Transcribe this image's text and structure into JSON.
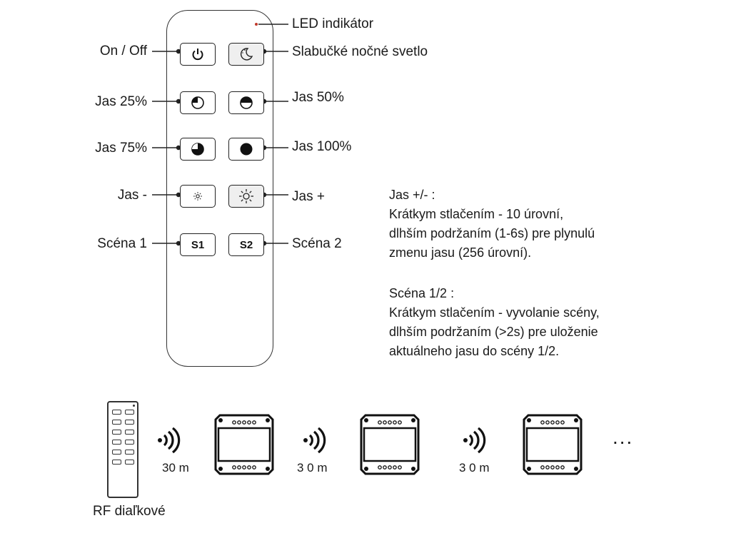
{
  "remote": {
    "led_label": "LED indikátor",
    "left_labels": {
      "on_off": "On / Off",
      "jas25": "Jas 25%",
      "jas75": "Jas 75%",
      "jas_minus": "Jas -",
      "scena1": "Scéna 1"
    },
    "right_labels": {
      "night": "Slabučké nočné svetlo",
      "jas50": "Jas 50%",
      "jas100": "Jas 100%",
      "jas_plus": "Jas +",
      "scena2": "Scéna 2"
    },
    "buttons": {
      "s1": "S1",
      "s2": "S2"
    }
  },
  "info": {
    "brightness_title": "Jas +/- :",
    "brightness_lines": [
      "Krátkym stlačením - 10 úrovní,",
      "dlhším podržaním (1-6s) pre plynulú",
      "zmenu jasu (256 úrovní)."
    ],
    "scene_title": "Scéna 1/2 :",
    "scene_lines": [
      "Krátkym stlačením - vyvolanie scény,",
      "dlhším podržaním (>2s) pre uloženie",
      "aktuálneho jasu do scény 1/2."
    ]
  },
  "chain": {
    "remote_caption": "RF diaľkové",
    "distances": [
      "30 m",
      "3 0 m",
      "3 0 m"
    ],
    "more": "..."
  }
}
